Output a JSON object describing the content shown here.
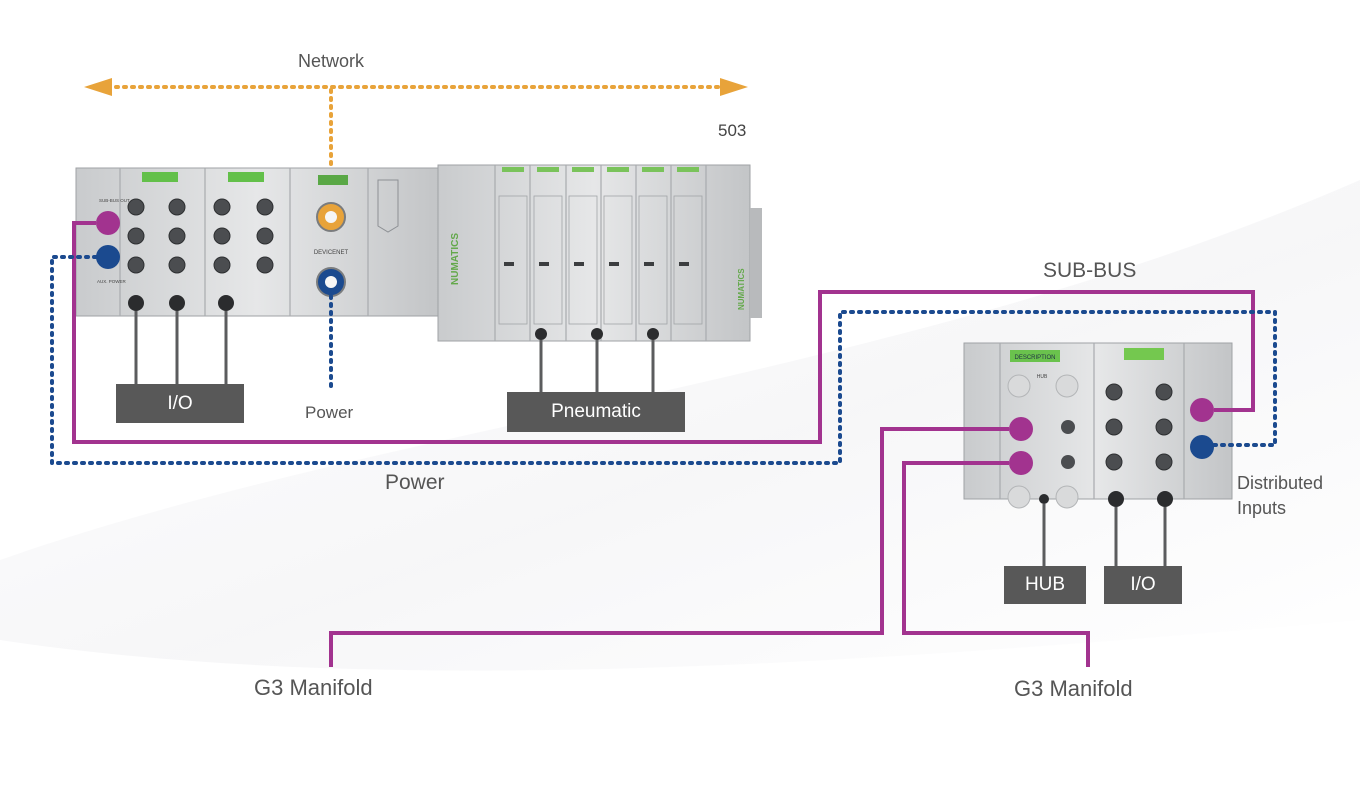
{
  "labels": {
    "network": "Network",
    "model": "503",
    "sub_bus": "SUB-BUS",
    "power_small": "Power",
    "power_large": "Power",
    "distributed_line1": "Distributed",
    "distributed_line2": "Inputs",
    "g3_left": "G3 Manifold",
    "g3_right": "G3 Manifold"
  },
  "boxes": {
    "io_left": "I/O",
    "pneumatic": "Pneumatic",
    "hub": "HUB",
    "io_right": "I/O"
  },
  "module_texts": {
    "devicenet": "DEVICENET",
    "aux_power": "AUX. POWER",
    "sub_bus_out": "SUB-BUS OUT",
    "brand": "NUMATICS",
    "description": "DESCRIPTION",
    "hub_label": "HUB"
  },
  "colors": {
    "network": "#e8a33a",
    "sub_bus": "#a2338f",
    "power": "#1b4a8f",
    "box": "#585858"
  }
}
